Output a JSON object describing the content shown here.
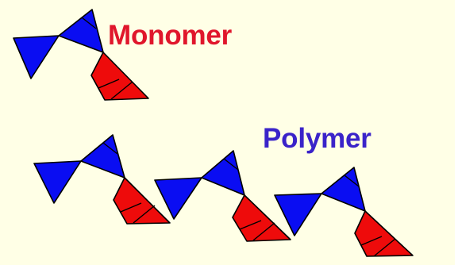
{
  "labels": {
    "monomer": "Monomer",
    "polymer": "Polymer"
  },
  "colors": {
    "background": "#ffffe6",
    "monomer_text": "#e0162b",
    "polymer_text": "#3a23c9",
    "blue_unit": "#0a0df2",
    "red_unit": "#ee0b0b"
  },
  "diagram": {
    "polymer_unit_count": 3
  }
}
